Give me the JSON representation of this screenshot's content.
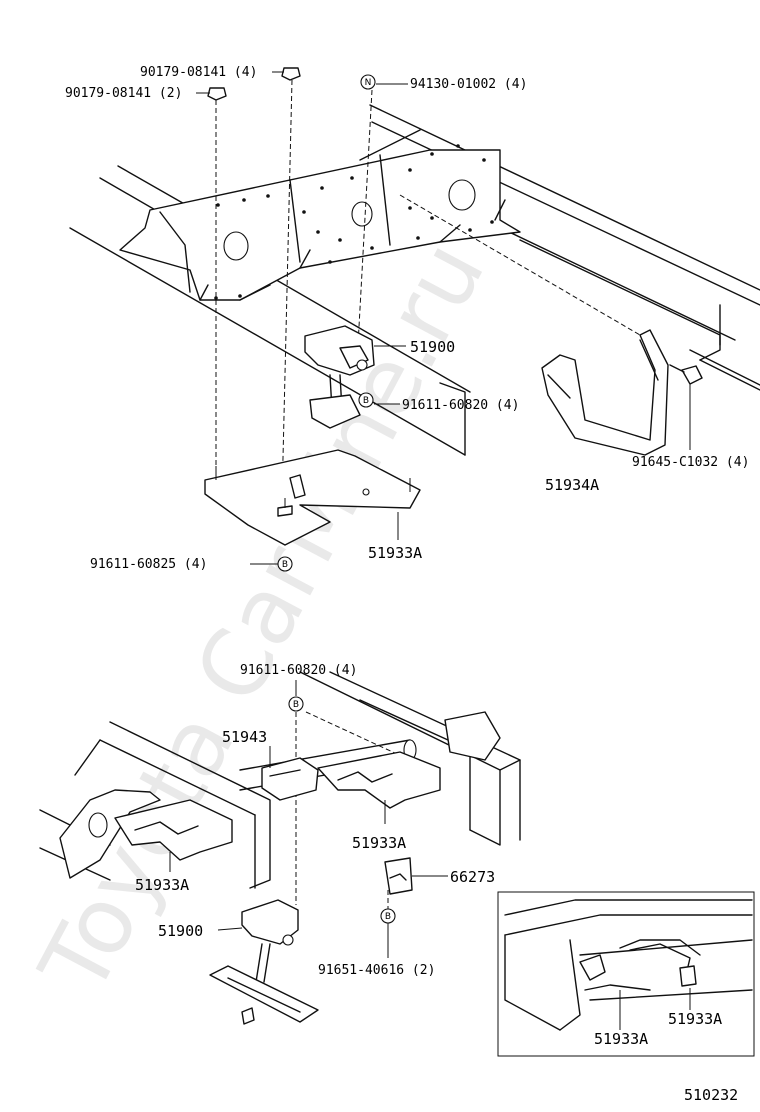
{
  "watermark": "Toyota CarMine.ru",
  "diagram_code": "510232",
  "top_view": {
    "labels": {
      "nut_a": "90179-08141 (4)",
      "nut_b": "90179-08141 (2)",
      "rivet_n": "94130-01002 (4)",
      "carrier": "51900",
      "bolt_b": "91611-60820 (4)",
      "bracket": "51934A",
      "bolt_c": "91645-C1032 (4)",
      "plate": "51933A",
      "bolt_d": "91611-60825 (4)"
    },
    "badges": {
      "n": "N",
      "b1": "B",
      "b2": "B"
    }
  },
  "bottom_view": {
    "labels": {
      "bolt_top": "91611-60820 (4)",
      "part_51943": "51943",
      "plate_right": "51933A",
      "plate_left": "51933A",
      "part_66273": "66273",
      "carrier": "51900",
      "bolt_bottom": "91651-40616 (2)"
    },
    "badges": {
      "b1": "B",
      "b2": "B"
    }
  },
  "inset": {
    "labels": {
      "left": "51933A",
      "right": "51933A"
    }
  }
}
